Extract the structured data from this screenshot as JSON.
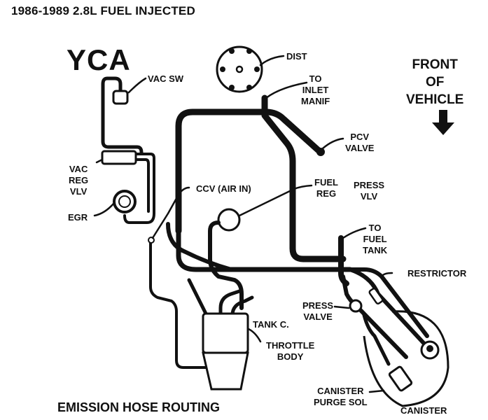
{
  "header": {
    "title": "1986-1989 2.8L FUEL INJECTED",
    "engine_code": "YCA"
  },
  "orientation": {
    "label": "FRONT\nOF\nVEHICLE",
    "arrow": "arrow-down-icon"
  },
  "components": {
    "vac_sw": "VAC SW",
    "dist": "DIST",
    "to_inlet_manif": "TO\nINLET\nMANIF",
    "pcv_valve": "PCV\nVALVE",
    "vac_reg_vlv": "VAC\nREG\nVLV",
    "egr": "EGR",
    "ccv_air_in": "CCV (AIR IN)",
    "fuel_reg": "FUEL\nREG",
    "press_vlv": "PRESS\nVLV",
    "to_fuel_tank": "TO\nFUEL\nTANK",
    "restrictor": "RESTRICTOR",
    "press_valve": "PRESS\nVALVE",
    "tank_c": "TANK C.",
    "throttle_body": "THROTTLE\nBODY",
    "canister_purge_sol": "CANISTER\nPURGE SOL",
    "canister": "CANISTER"
  },
  "footer": {
    "caption": "EMISSION HOSE ROUTING"
  }
}
